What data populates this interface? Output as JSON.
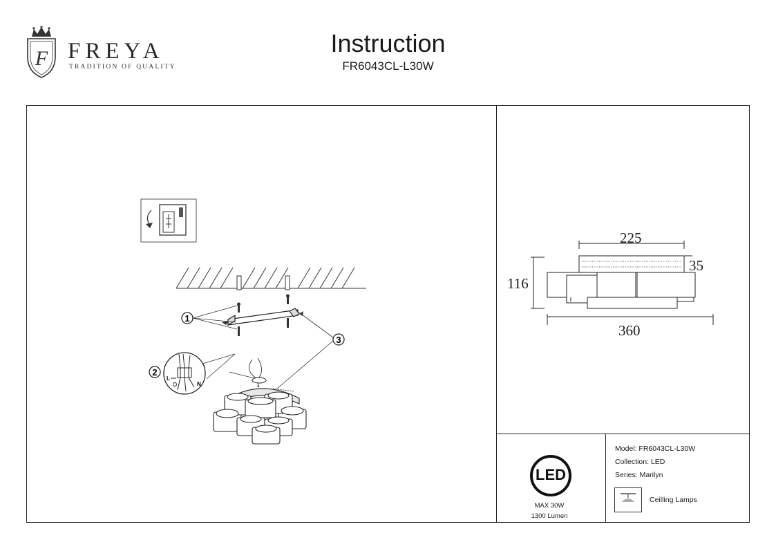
{
  "brand": {
    "name": "FREYA",
    "tagline": "TRADITION OF QUALITY",
    "logo_icon": "crown-shield-icon"
  },
  "header": {
    "title": "Instruction",
    "model_code": "FR6043CL-L30W"
  },
  "installation": {
    "step_labels": [
      "1",
      "2",
      "3"
    ],
    "wire_labels": [
      "L",
      "N"
    ],
    "icons": [
      "power-off-switch-icon",
      "ceiling-mount-icon",
      "wiring-terminal-icon",
      "lamp-icon"
    ]
  },
  "dimensions": {
    "top_width": "225",
    "base_height": "35",
    "total_height": "116",
    "total_width": "360"
  },
  "led": {
    "badge": "LED",
    "max_power": "MAX 30W",
    "lumen": "1300 Lumen"
  },
  "specs": {
    "model": "Model: FR6043CL-L30W",
    "collection": "Collection: LED",
    "series": "Series: Marilyn",
    "type": "Ceilling Lamps"
  }
}
